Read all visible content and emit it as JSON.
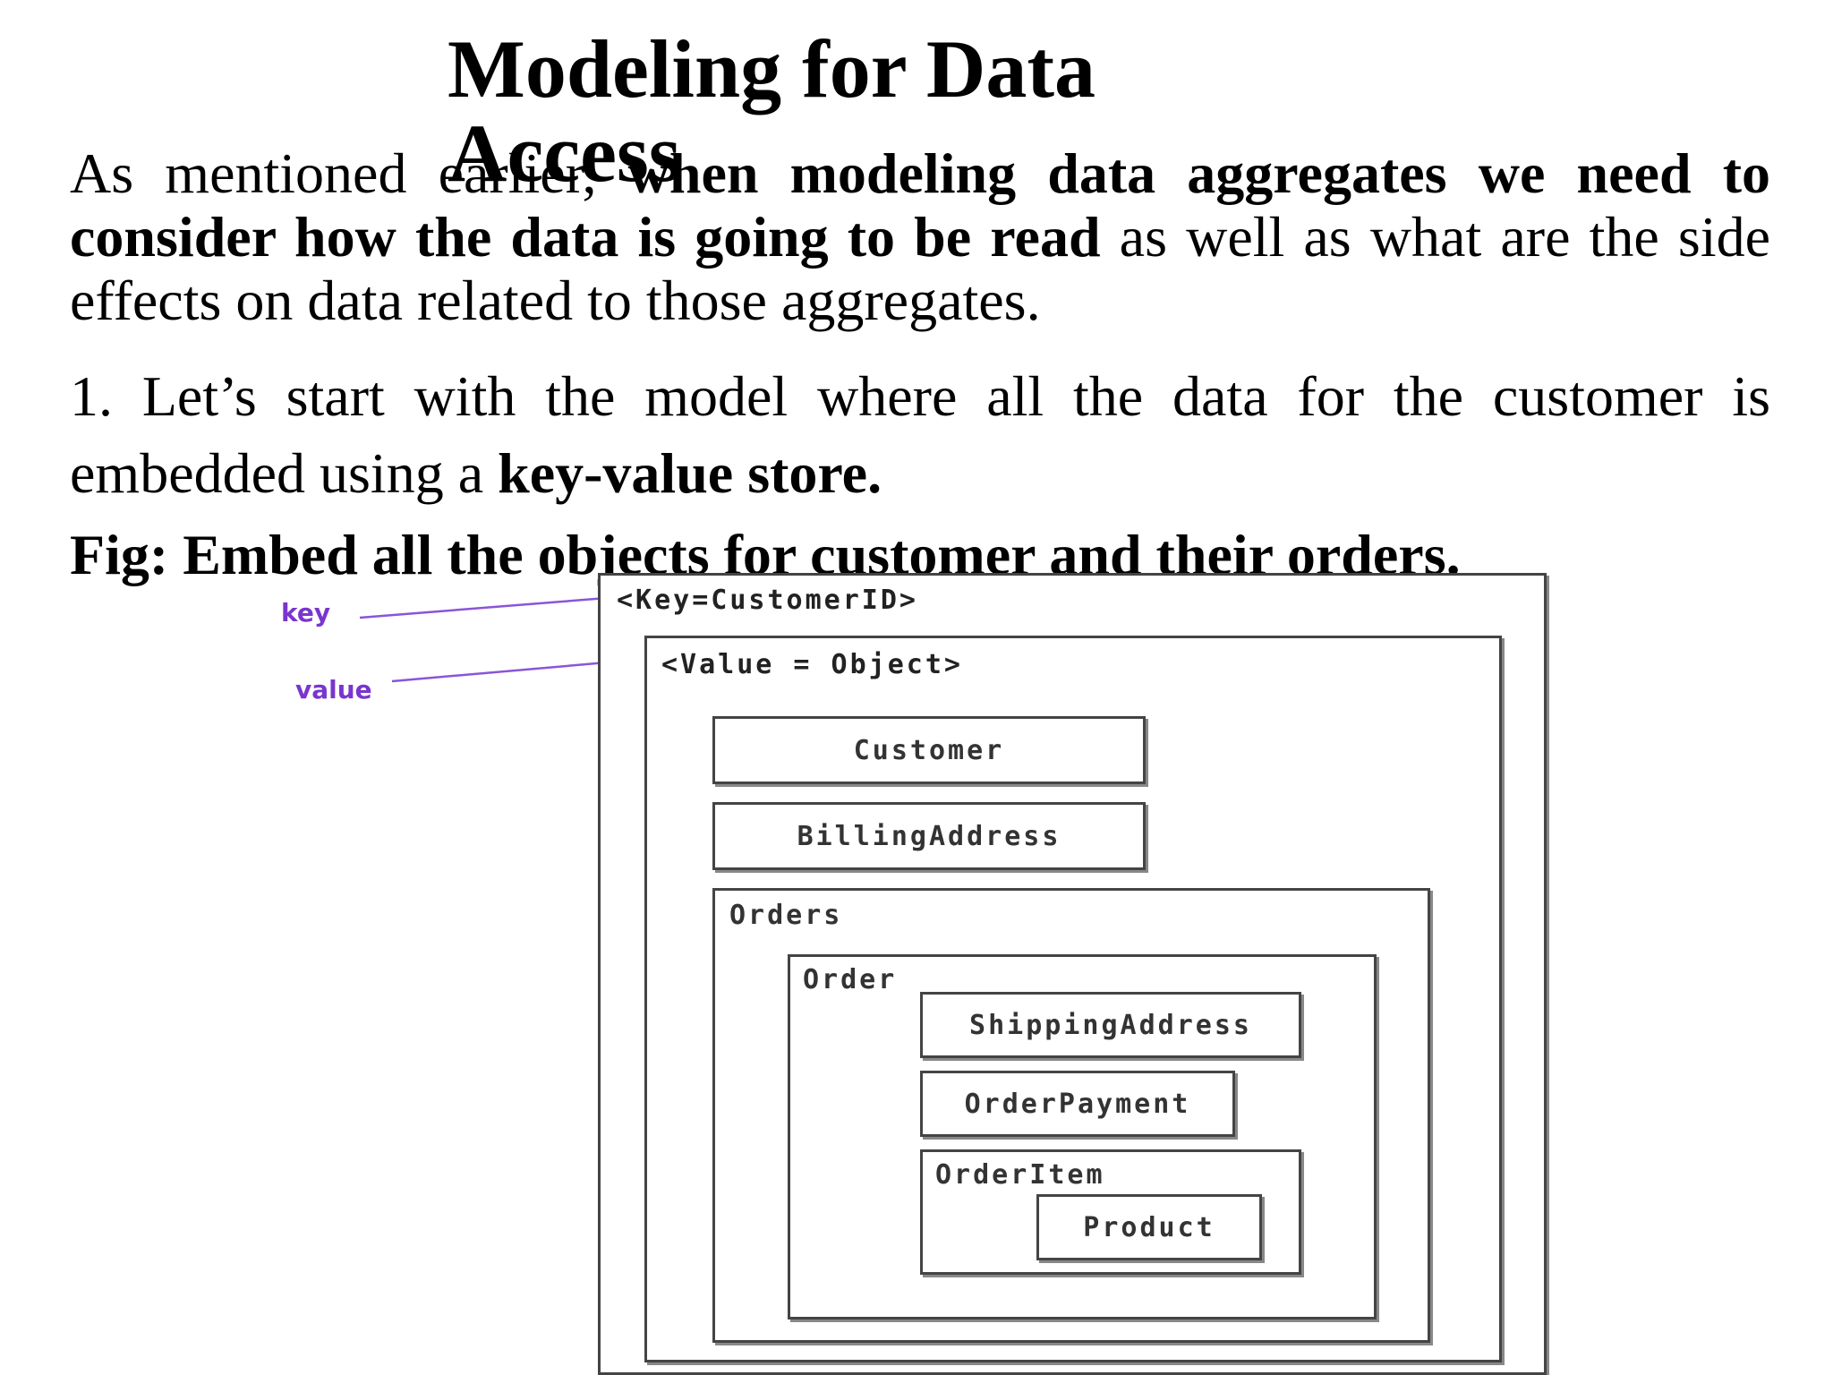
{
  "slide": {
    "title": "Modeling for Data Access",
    "paragraph1": {
      "part1": "As mentioned earlier, ",
      "bold": "when modeling data aggregates we need to consider how the data is going to be read",
      "part2": " as well as what are the side effects on data related to those aggregates."
    },
    "paragraph2": {
      "part1": "1. Let’s start with the model where all the data for the customer is embedded using a ",
      "bold": "key-value store."
    },
    "caption": "Fig: Embed all the objects for customer and their orders."
  },
  "diagram": {
    "key_side_label": "key",
    "value_side_label": "value",
    "key_box_label": "<Key=CustomerID>",
    "value_box_label": "<Value = Object>",
    "customer_label": "Customer",
    "billing_label": "BillingAddress",
    "orders_label": "Orders",
    "order_label": "Order",
    "shipping_label": "ShippingAddress",
    "payment_label": "OrderPayment",
    "order_item_label": "OrderItem",
    "product_label": "Product",
    "accent_color": "#7a35cf"
  }
}
